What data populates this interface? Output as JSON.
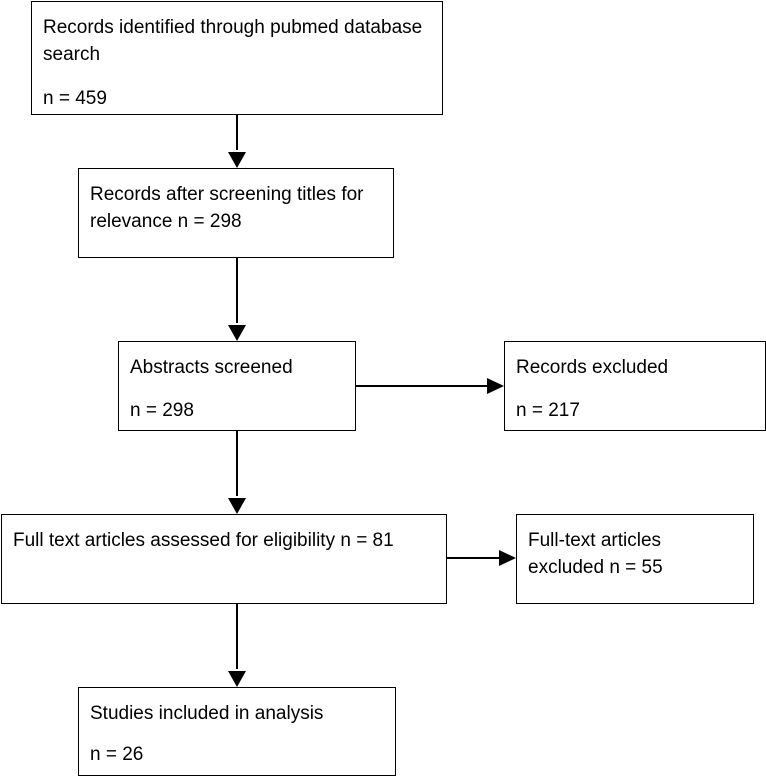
{
  "boxes": {
    "identified": {
      "lines": [
        "Records identified through pubmed database",
        "search",
        "n = 459"
      ]
    },
    "title_screen": {
      "lines": [
        "Records after screening titles for",
        "relevance n = 298"
      ]
    },
    "abstracts": {
      "lines": [
        "Abstracts screened",
        "n = 298"
      ]
    },
    "excluded_records": {
      "lines": [
        "Records excluded",
        "n = 217"
      ]
    },
    "fulltext": {
      "lines": [
        "Full text articles assessed for eligibility n = 81"
      ]
    },
    "fulltext_excluded": {
      "lines": [
        "Full-text articles",
        "excluded n = 55"
      ]
    },
    "included": {
      "lines": [
        "Studies included in analysis",
        "n = 26"
      ]
    }
  }
}
